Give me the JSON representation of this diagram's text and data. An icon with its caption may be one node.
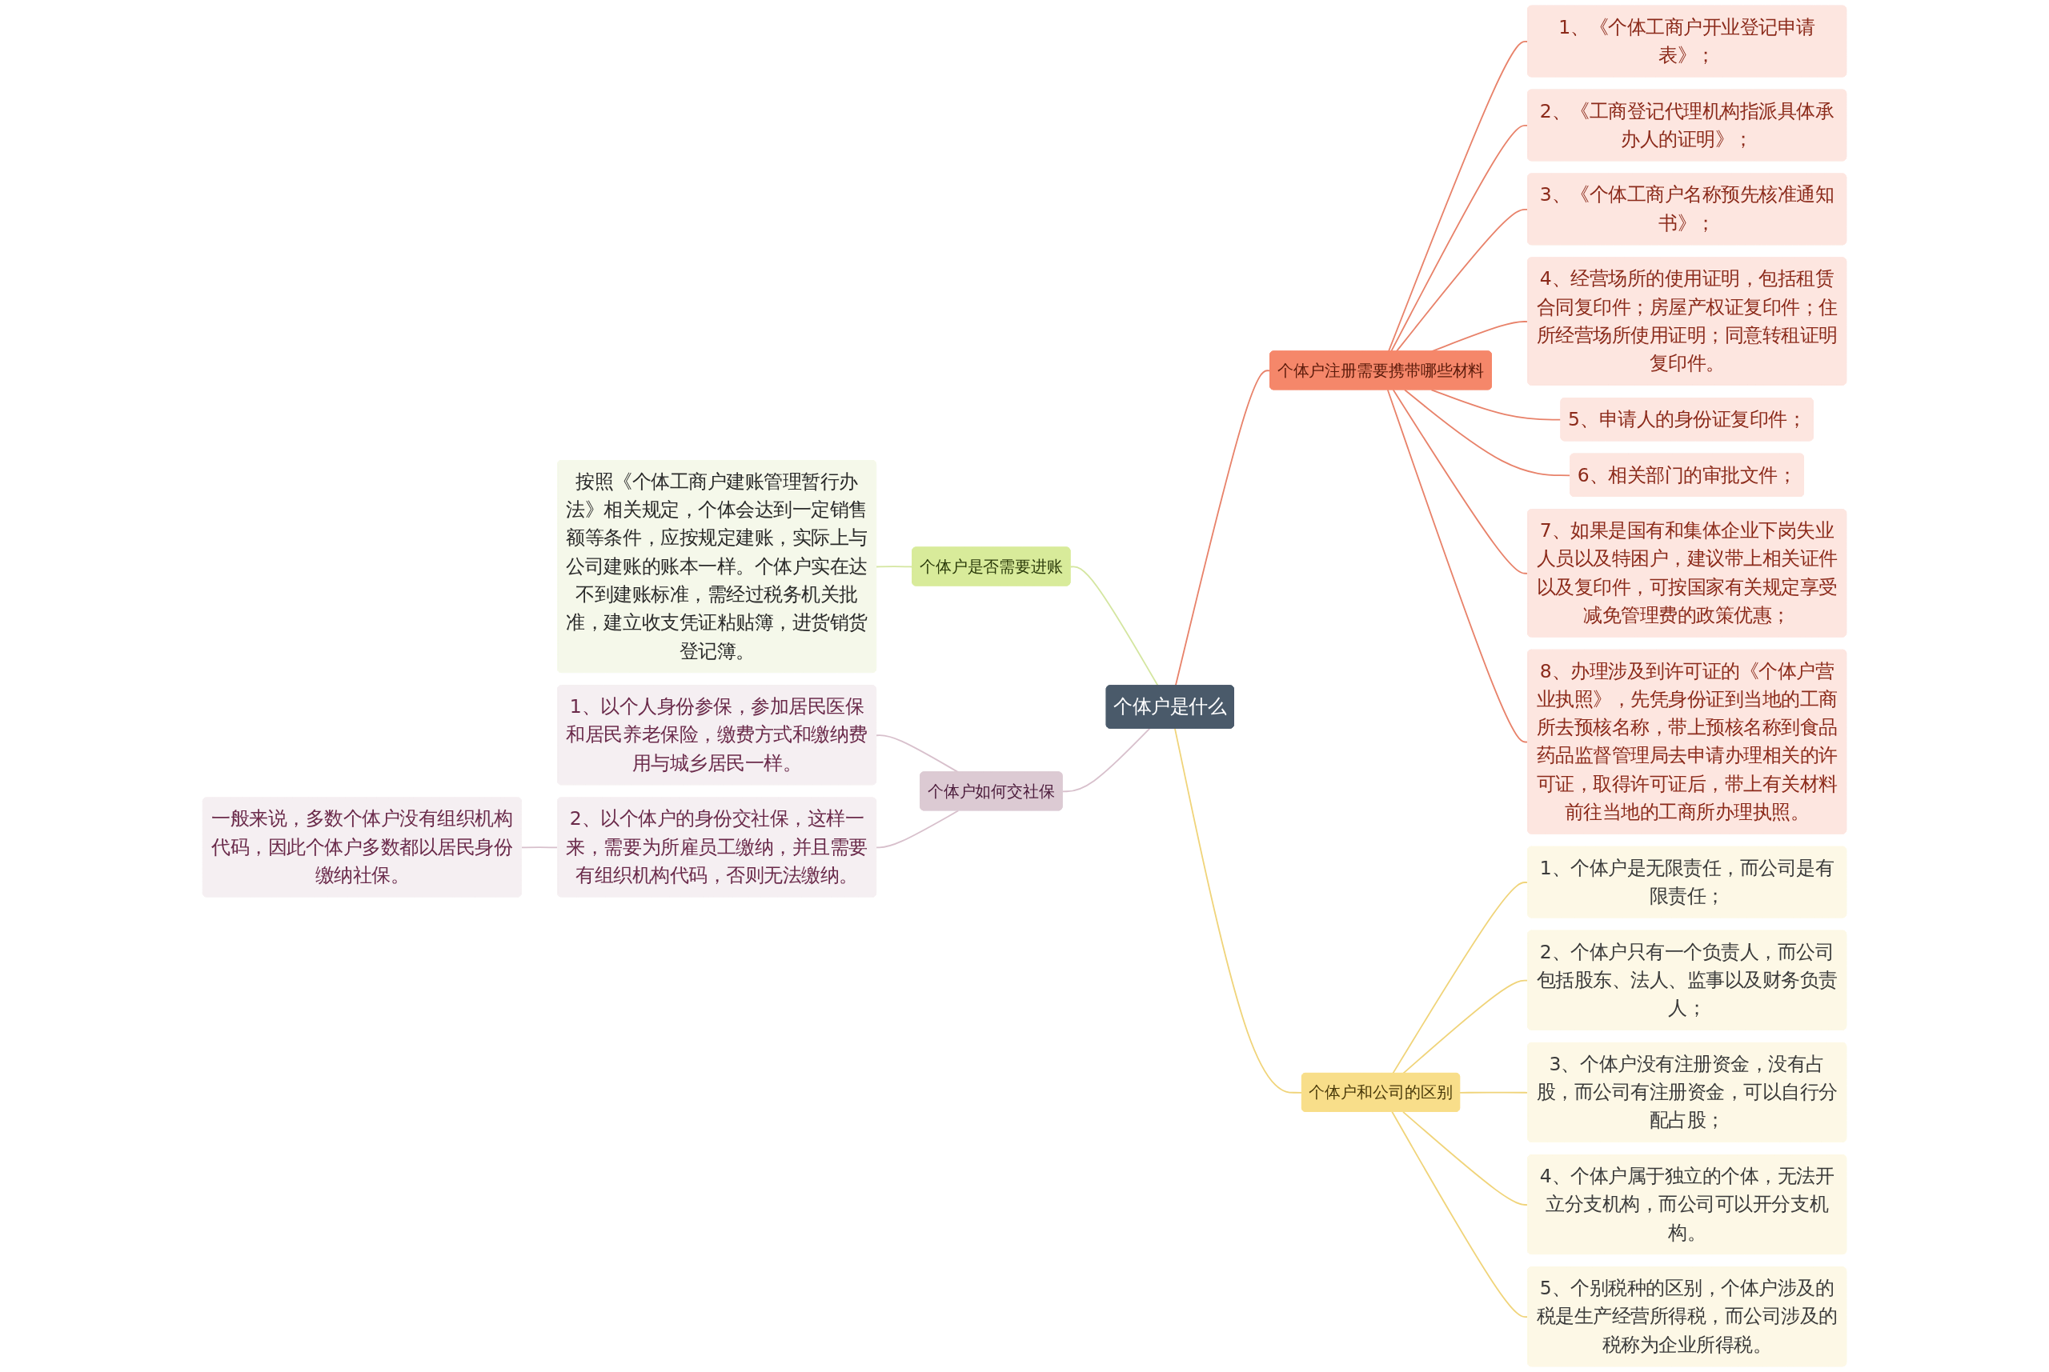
{
  "diagram": {
    "nodes": [
      {
        "text": [
          "个体户是什么"
        ]
      },
      {
        "text": [
          "个体户注册需要携带哪些材料"
        ]
      },
      {
        "text": [
          "1、《个体工商户开业登记申请表》；"
        ]
      },
      {
        "text": [
          "2、《工商登记代理机构指派具体承办人的证明》；"
        ]
      },
      {
        "text": [
          "3、《个体工商户名称预先核准通知书》；"
        ]
      },
      {
        "text": [
          "4、经营场所的使用证明，包括租赁合同复印件；房屋产权证复印件；住所经营场所使用证明；同意转租证明复印件。"
        ]
      },
      {
        "text": [
          "5、申请人的身份证复印件；"
        ]
      },
      {
        "text": [
          "6、相关部门的审批文件；"
        ]
      },
      {
        "text": [
          "7、如果是国有和集体企业下岗失业人员以及特困户，建议带上相关证件以及复印件，可按国家有关规定享受减免管理费的政策优惠；"
        ]
      },
      {
        "text": [
          "8、办理涉及到许可证的《个体户营业执照》，先凭身份证到当地的工商所去预核名称，带上预核名称到食品药品监督管理局去申请办理相关的许可证，取得许可证后，带上有关材料前往当地的工商所办理执照。"
        ]
      },
      {
        "text": [
          "个体户和公司的区别"
        ]
      },
      {
        "text": [
          "1、个体户是无限责任，而公司是有限责任；"
        ]
      },
      {
        "text": [
          "2、个体户只有一个负责人，而公司包括股东、法人、监事以及财务负责人；"
        ]
      },
      {
        "text": [
          "3、个体户没有注册资金，没有占股，而公司有注册资金，可以自行分配占股；"
        ]
      },
      {
        "text": [
          "4、个体户属于独立的个体，无法开立分支机构，而公司可以开分支机构。"
        ]
      },
      {
        "text": [
          "5、个别税种的区别，个体户涉及的税是生产经营所得税，而公司涉及的税称为企业所得税。"
        ]
      },
      {
        "text": [
          "个体户是否需要进账"
        ]
      },
      {
        "text": [
          "按照《个体工商户建账管理暂行办法》相关规定，个体会达到一定销售额等条件，应按规定建账，实际上与公司建账的账本一样。个体户实在达不到建账标准，需经过税务机关批准，建立收支凭证粘贴簿，进货销货登记簿。"
        ]
      },
      {
        "text": [
          "个体户如何交社保"
        ]
      },
      {
        "text": [
          "1、以个人身份参保，参加居民医保和居民养老保险，缴费方式和缴纳费用与城乡居民一样。"
        ]
      },
      {
        "text": [
          "2、以个体户的身份交社保，这样一来，需要为所雇员工缴纳，并且需要有组织机构代码，否则无法缴纳。"
        ]
      },
      {
        "text": [
          "一般来说，多数个体户没有组织机构代码，因此个体户多数都以居民身份缴纳社保。"
        ]
      }
    ],
    "edges": [
      {
        "from": 0,
        "to": 1,
        "arrow": "none",
        "color": "#e8826a"
      },
      {
        "from": 1,
        "to": 2,
        "arrow": "none",
        "color": "#e8826a"
      },
      {
        "from": 1,
        "to": 3,
        "arrow": "none",
        "color": "#e8826a"
      },
      {
        "from": 1,
        "to": 4,
        "arrow": "none",
        "color": "#e8826a"
      },
      {
        "from": 1,
        "to": 5,
        "arrow": "none",
        "color": "#e8826a"
      },
      {
        "from": 1,
        "to": 6,
        "arrow": "none",
        "color": "#e8826a"
      },
      {
        "from": 1,
        "to": 7,
        "arrow": "none",
        "color": "#e8826a"
      },
      {
        "from": 1,
        "to": 8,
        "arrow": "none",
        "color": "#e8826a"
      },
      {
        "from": 1,
        "to": 9,
        "arrow": "none",
        "color": "#e8826a"
      },
      {
        "from": 0,
        "to": 10,
        "arrow": "none",
        "color": "#f0d47a"
      },
      {
        "from": 10,
        "to": 11,
        "arrow": "none",
        "color": "#f0d47a"
      },
      {
        "from": 10,
        "to": 12,
        "arrow": "none",
        "color": "#f0d47a"
      },
      {
        "from": 10,
        "to": 13,
        "arrow": "none",
        "color": "#f0d47a"
      },
      {
        "from": 10,
        "to": 14,
        "arrow": "none",
        "color": "#f0d47a"
      },
      {
        "from": 10,
        "to": 15,
        "arrow": "none",
        "color": "#f0d47a"
      },
      {
        "from": 16,
        "to": 0,
        "arrow": "none",
        "color": "#d4e6a0"
      },
      {
        "from": 17,
        "to": 16,
        "arrow": "none",
        "color": "#d4e6a0"
      },
      {
        "from": 18,
        "to": 0,
        "arrow": "none",
        "color": "#d8c0cc"
      },
      {
        "from": 19,
        "to": 18,
        "arrow": "none",
        "color": "#d8c0cc"
      },
      {
        "from": 20,
        "to": 18,
        "arrow": "none",
        "color": "#d8c0cc"
      },
      {
        "from": 21,
        "to": 20,
        "arrow": "none",
        "color": "#d8c0cc"
      }
    ]
  }
}
